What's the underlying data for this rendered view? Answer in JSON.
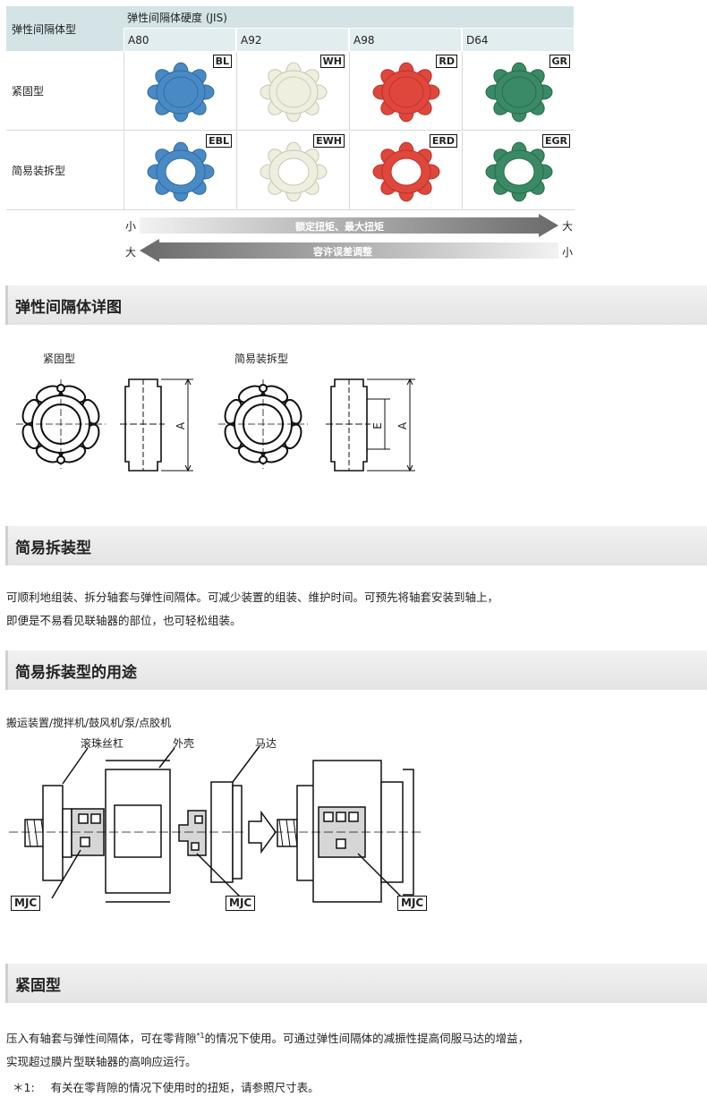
{
  "table": {
    "corner_label": "弹性间隔体型",
    "hardness_header": "弹性间隔体硬度 (JIS)",
    "columns": [
      "A80",
      "A92",
      "A98",
      "D64"
    ],
    "rows": [
      {
        "label": "紧固型",
        "badges": [
          "BL",
          "WH",
          "RD",
          "GR"
        ]
      },
      {
        "label": "简易装拆型",
        "badges": [
          "EBL",
          "EWH",
          "ERD",
          "EGR"
        ]
      }
    ],
    "colors": {
      "blue": "#4a8ac4",
      "white": "#efefdf",
      "red": "#e0473c",
      "green": "#3a8a66"
    }
  },
  "arrows": {
    "torque": {
      "left": "小",
      "label": "额定扭矩、最大扭矩",
      "right": "大"
    },
    "tolerance": {
      "left": "大",
      "label": "容许误差调整",
      "right": "小"
    }
  },
  "sections": {
    "detail": {
      "title": "弹性间隔体详图",
      "fixed_label": "紧固型",
      "easy_label": "简易装拆型",
      "dim_a": "A",
      "dim_e": "E"
    },
    "easy": {
      "title": "简易拆装型",
      "line1": "可顺利地组装、拆分轴套与弹性间隔体。可减少装置的组装、维护时间。可预先将轴套安装到轴上，",
      "line2": "即便是不易看见联轴器的部位，也可轻松组装。"
    },
    "usage": {
      "title": "简易拆装型的用途",
      "applications": "搬运装置/搅拌机/鼓风机/泵/点胶机",
      "ballscrew": "滚珠丝杠",
      "housing": "外壳",
      "motor": "马达",
      "mjc": "MJC"
    },
    "fixed": {
      "title": "紧固型",
      "line1": "压入有轴套与弹性间隔体，可在零背隙",
      "sup": "*1",
      "line1b": "的情况下使用。可通过弹性间隔体的减振性提高伺服马达的增益，",
      "line2": "实现超过膜片型联轴器的高响应运行。",
      "note_mark": "＊1:",
      "note": "有关在零背隙的情况下使用时的扭矩，请参照尺寸表。"
    }
  }
}
